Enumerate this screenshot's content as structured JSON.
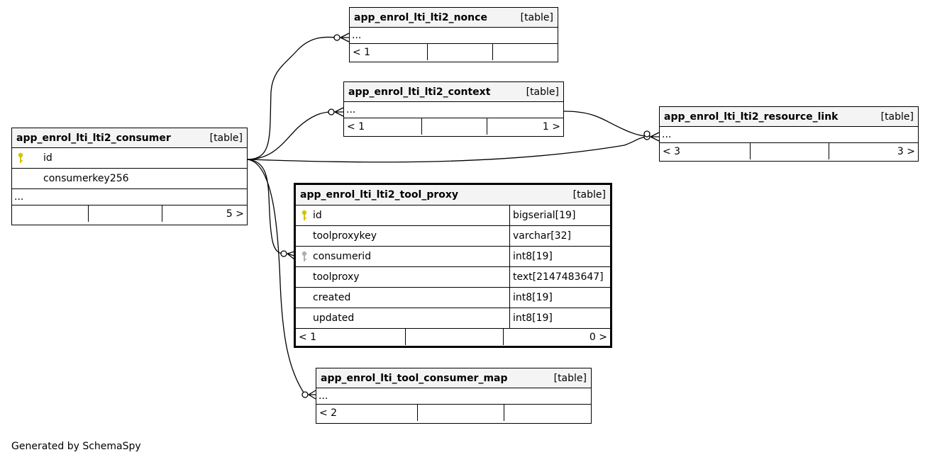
{
  "footer_text": "Generated by SchemaSpy",
  "tables": {
    "nonce": {
      "name": "app_enrol_lti_lti2_nonce",
      "type": "[table]",
      "more": "...",
      "parents": "< 1",
      "children": ""
    },
    "context": {
      "name": "app_enrol_lti_lti2_context",
      "type": "[table]",
      "more": "...",
      "parents": "< 1",
      "children": "1 >"
    },
    "resource_link": {
      "name": "app_enrol_lti_lti2_resource_link",
      "type": "[table]",
      "more": "...",
      "parents": "< 3",
      "children": "3 >"
    },
    "consumer": {
      "name": "app_enrol_lti_lti2_consumer",
      "type": "[table]",
      "columns": [
        {
          "name": "id",
          "icon": "primary-key-icon"
        },
        {
          "name": "consumerkey256",
          "icon": ""
        }
      ],
      "more": "...",
      "parents": "",
      "children": "5 >"
    },
    "tool_proxy": {
      "name": "app_enrol_lti_lti2_tool_proxy",
      "type": "[table]",
      "columns": [
        {
          "name": "id",
          "datatype": "bigserial[19]",
          "icon": "primary-key-icon"
        },
        {
          "name": "toolproxykey",
          "datatype": "varchar[32]",
          "icon": ""
        },
        {
          "name": "consumerid",
          "datatype": "int8[19]",
          "icon": "foreign-key-icon"
        },
        {
          "name": "toolproxy",
          "datatype": "text[2147483647]",
          "icon": ""
        },
        {
          "name": "created",
          "datatype": "int8[19]",
          "icon": ""
        },
        {
          "name": "updated",
          "datatype": "int8[19]",
          "icon": ""
        }
      ],
      "parents": "< 1",
      "children": "0 >"
    },
    "consumer_map": {
      "name": "app_enrol_lti_tool_consumer_map",
      "type": "[table]",
      "more": "...",
      "parents": "< 2",
      "children": ""
    }
  },
  "colors": {
    "primary_key": "#d4c200",
    "foreign_key": "#b0b0b0",
    "header_bg": "#f4f4f4"
  }
}
